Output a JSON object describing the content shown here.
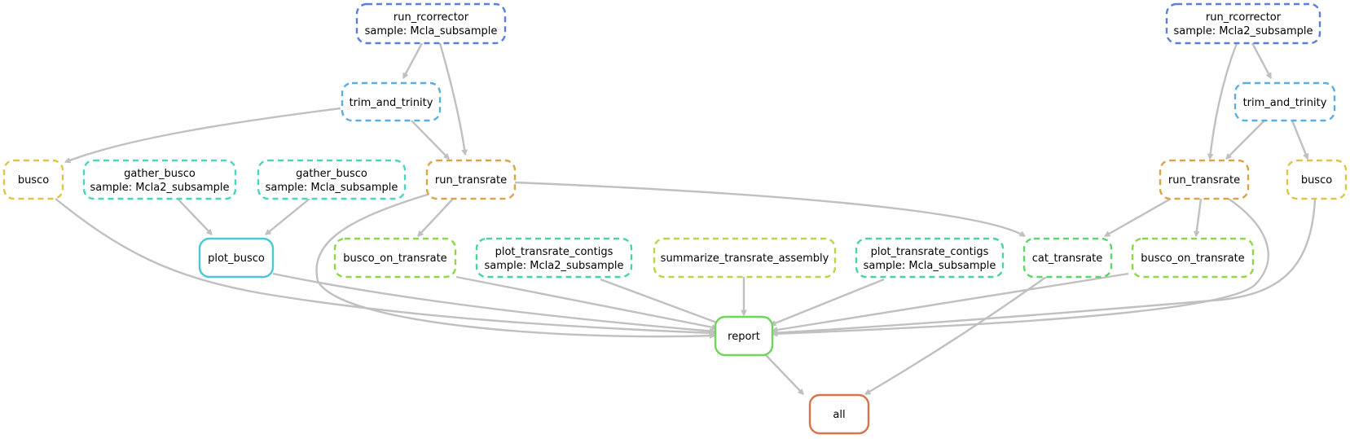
{
  "nodes": [
    {
      "id": "rc1",
      "lines": [
        "run_rcorrector",
        "sample: Mcla_subsample"
      ],
      "color": "#5a7fd8",
      "style": "dashed"
    },
    {
      "id": "rc2",
      "lines": [
        "run_rcorrector",
        "sample: Mcla2_subsample"
      ],
      "color": "#5a7fd8",
      "style": "dashed"
    },
    {
      "id": "tt1",
      "lines": [
        "trim_and_trinity"
      ],
      "color": "#5aaee0",
      "style": "dashed"
    },
    {
      "id": "tt2",
      "lines": [
        "trim_and_trinity"
      ],
      "color": "#5aaee0",
      "style": "dashed"
    },
    {
      "id": "busco1",
      "lines": [
        "busco"
      ],
      "color": "#e0c34a",
      "style": "dashed"
    },
    {
      "id": "gb1",
      "lines": [
        "gather_busco",
        "sample: Mcla2_subsample"
      ],
      "color": "#4ad6c0",
      "style": "dashed"
    },
    {
      "id": "gb2",
      "lines": [
        "gather_busco",
        "sample: Mcla_subsample"
      ],
      "color": "#4ad6c0",
      "style": "dashed"
    },
    {
      "id": "rt1",
      "lines": [
        "run_transrate"
      ],
      "color": "#d9a44a",
      "style": "dashed"
    },
    {
      "id": "rt2",
      "lines": [
        "run_transrate"
      ],
      "color": "#d9a44a",
      "style": "dashed"
    },
    {
      "id": "busco2",
      "lines": [
        "busco"
      ],
      "color": "#e0c34a",
      "style": "dashed"
    },
    {
      "id": "pb",
      "lines": [
        "plot_busco"
      ],
      "color": "#4ac8d8",
      "style": "solid"
    },
    {
      "id": "bot1",
      "lines": [
        "busco_on_transrate"
      ],
      "color": "#8ed64a",
      "style": "dashed"
    },
    {
      "id": "ptc1",
      "lines": [
        "plot_transrate_contigs",
        "sample: Mcla2_subsample"
      ],
      "color": "#4ad69a",
      "style": "dashed"
    },
    {
      "id": "sta",
      "lines": [
        "summarize_transrate_assembly"
      ],
      "color": "#b8d64a",
      "style": "dashed"
    },
    {
      "id": "ptc2",
      "lines": [
        "plot_transrate_contigs",
        "sample: Mcla_subsample"
      ],
      "color": "#4ad69a",
      "style": "dashed"
    },
    {
      "id": "ct",
      "lines": [
        "cat_transrate"
      ],
      "color": "#5ad66a",
      "style": "dashed"
    },
    {
      "id": "bot2",
      "lines": [
        "busco_on_transrate"
      ],
      "color": "#8ed64a",
      "style": "dashed"
    },
    {
      "id": "report",
      "lines": [
        "report"
      ],
      "color": "#6ed65a",
      "style": "solid"
    },
    {
      "id": "all",
      "lines": [
        "all"
      ],
      "color": "#d9734a",
      "style": "solid"
    }
  ],
  "edges": [
    [
      "rc1",
      "tt1"
    ],
    [
      "rc1",
      "rt1"
    ],
    [
      "tt1",
      "busco1"
    ],
    [
      "tt1",
      "rt1"
    ],
    [
      "gb1",
      "pb"
    ],
    [
      "gb2",
      "pb"
    ],
    [
      "rt1",
      "bot1"
    ],
    [
      "rt1",
      "ct"
    ],
    [
      "rt1",
      "report"
    ],
    [
      "rc2",
      "rt2"
    ],
    [
      "rc2",
      "tt2"
    ],
    [
      "tt2",
      "rt2"
    ],
    [
      "tt2",
      "busco2"
    ],
    [
      "rt2",
      "ct"
    ],
    [
      "rt2",
      "bot2"
    ],
    [
      "rt2",
      "report"
    ],
    [
      "busco1",
      "report"
    ],
    [
      "pb",
      "report"
    ],
    [
      "bot1",
      "report"
    ],
    [
      "ptc1",
      "report"
    ],
    [
      "sta",
      "report"
    ],
    [
      "ptc2",
      "report"
    ],
    [
      "bot2",
      "report"
    ],
    [
      "busco2",
      "report"
    ],
    [
      "report",
      "all"
    ],
    [
      "ct",
      "all"
    ]
  ]
}
